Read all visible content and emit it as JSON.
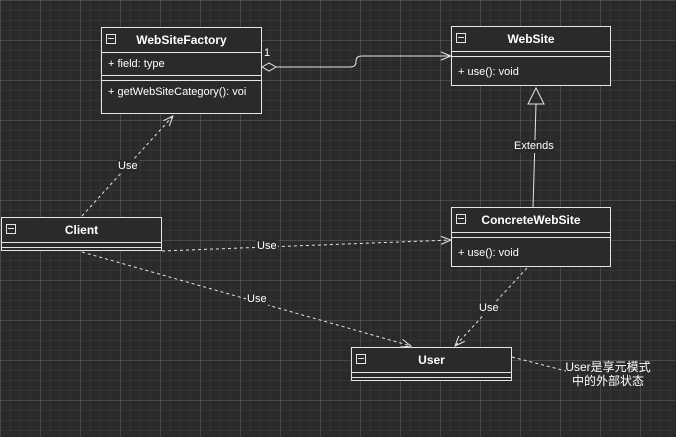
{
  "classes": {
    "websitefactory": {
      "name": "WebSiteFactory",
      "attribute": "+ field: type",
      "operation": "+ getWebSiteCategory(): voi"
    },
    "website": {
      "name": "WebSite",
      "operation": "+ use(): void"
    },
    "client": {
      "name": "Client"
    },
    "concretewebsite": {
      "name": "ConcreteWebSite",
      "operation": "+ use(): void"
    },
    "user": {
      "name": "User"
    }
  },
  "edges": {
    "aggregation_multiplicity": "1",
    "extends_label": "Extends",
    "use_client_factory": "Use",
    "use_client_concrete": "Use",
    "use_client_user": "Use",
    "use_concrete_user": "Use"
  },
  "note": {
    "line1": "User是享元模式",
    "line2": "中的外部状态"
  },
  "colors": {
    "background": "#2a2a2a",
    "stroke": "#e6e6e6",
    "text": "#ffffff"
  }
}
